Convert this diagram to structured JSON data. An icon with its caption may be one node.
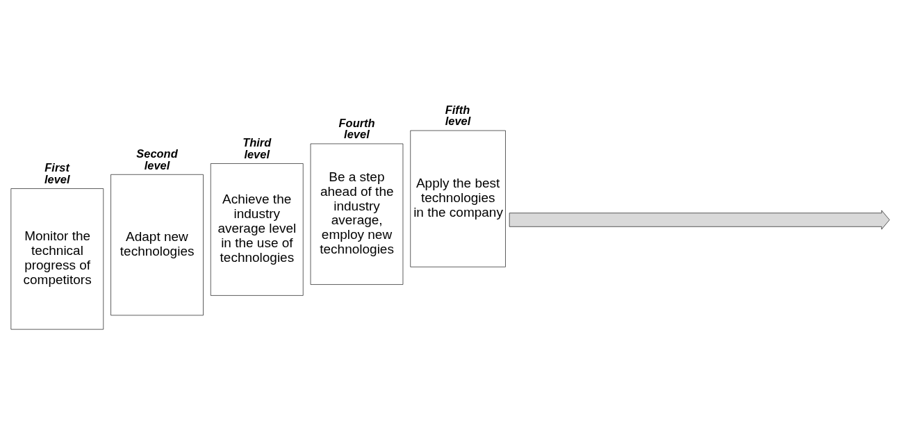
{
  "diagram": {
    "nodes": [
      {
        "text": [
          "First level",
          "Monitor the technical progress of competitors"
        ]
      },
      {
        "text": [
          "Second level",
          "Adapt new technologies"
        ]
      },
      {
        "text": [
          "Third level",
          "Achieve the industry average level in the use of technologies"
        ]
      },
      {
        "text": [
          "Fourth level",
          "Be a step ahead of the industry average, employ new technologies"
        ]
      },
      {
        "text": [
          "Fifth level",
          "Apply the best technologies in the company"
        ]
      },
      {
        "text": [],
        "shape": "arrow"
      }
    ]
  }
}
